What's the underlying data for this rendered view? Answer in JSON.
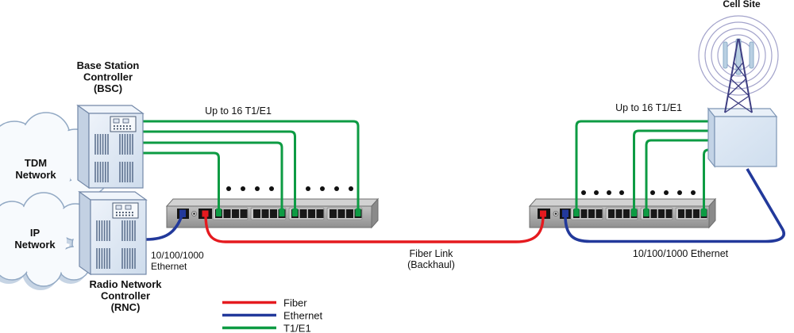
{
  "diagram": {
    "clouds": {
      "tdm": {
        "line1": "TDM",
        "line2": "Network"
      },
      "ip": {
        "line1": "IP",
        "line2": "Network"
      }
    },
    "nodes": {
      "bsc": {
        "line1": "Base Station",
        "line2": "Controller",
        "line3": "(BSC)"
      },
      "rnc": {
        "line1": "Radio Network",
        "line2": "Controller",
        "line3": "(RNC)"
      },
      "cell_site": {
        "label": "Cell Site"
      }
    },
    "labels": {
      "t1e1_left": "Up to 16 T1/E1",
      "t1e1_right": "Up to 16 T1/E1",
      "eth_left_line1": "10/100/1000",
      "eth_left_line2": "Ethernet",
      "eth_right": "10/100/1000 Ethernet",
      "fiber_line1": "Fiber Link",
      "fiber_line2": "(Backhaul)"
    },
    "legend": {
      "items": [
        {
          "label": "Fiber",
          "color": "#e51a1f"
        },
        {
          "label": "Ethernet",
          "color": "#22399b"
        },
        {
          "label": "T1/E1",
          "color": "#0d9b43"
        }
      ]
    },
    "colors": {
      "fiber": "#e51a1f",
      "ethernet": "#22399b",
      "t1e1": "#0d9b43"
    }
  }
}
